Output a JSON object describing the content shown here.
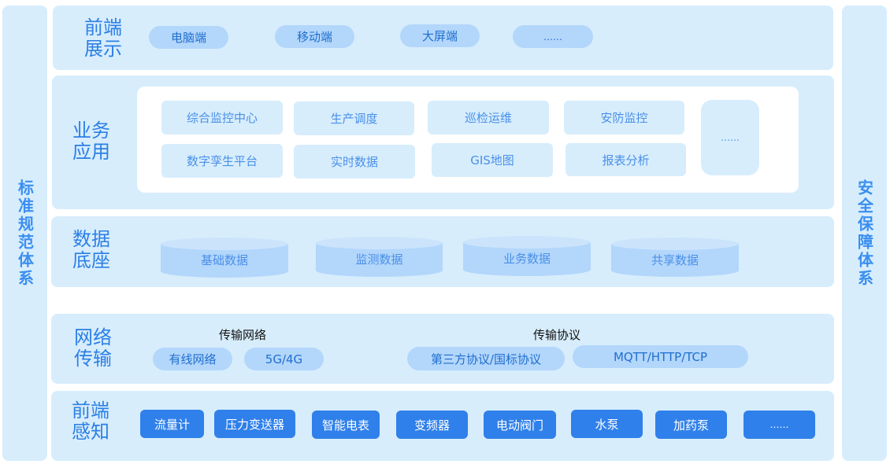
{
  "side_left": {
    "label": "标准规范体系"
  },
  "side_right": {
    "label": "安全保障体系"
  },
  "layers": {
    "frontend_display": {
      "title": "前端展示",
      "items": [
        "电脑端",
        "移动端",
        "大屏端",
        "……"
      ]
    },
    "business_app": {
      "title": "业务应用",
      "row1": [
        "综合监控中心",
        "生产调度",
        "巡检运维",
        "安防监控"
      ],
      "row2": [
        "数字孪生平台",
        "实时数据",
        "GIS地图",
        "报表分析"
      ],
      "more": "……"
    },
    "data_base": {
      "title": "数据底座",
      "items": [
        "基础数据",
        "监测数据",
        "业务数据",
        "共享数据"
      ]
    },
    "network": {
      "title": "网络传输",
      "group1": {
        "title": "传输网络",
        "items": [
          "有线网络",
          "5G/4G"
        ]
      },
      "group2": {
        "title": "传输协议",
        "items": [
          "第三方协议/国标协议",
          "MQTT/HTTP/TCP"
        ]
      }
    },
    "frontend_sense": {
      "title": "前端感知",
      "items": [
        "流量计",
        "压力变送器",
        "智能电表",
        "变频器",
        "电动阀门",
        "水泵",
        "加药泵",
        "……"
      ]
    }
  },
  "colors": {
    "panel_bg": "#d7edfc",
    "pill_bg": "#b3d6fb",
    "title_blue": "#2c7fe6",
    "button_blue": "#2f80ea"
  }
}
